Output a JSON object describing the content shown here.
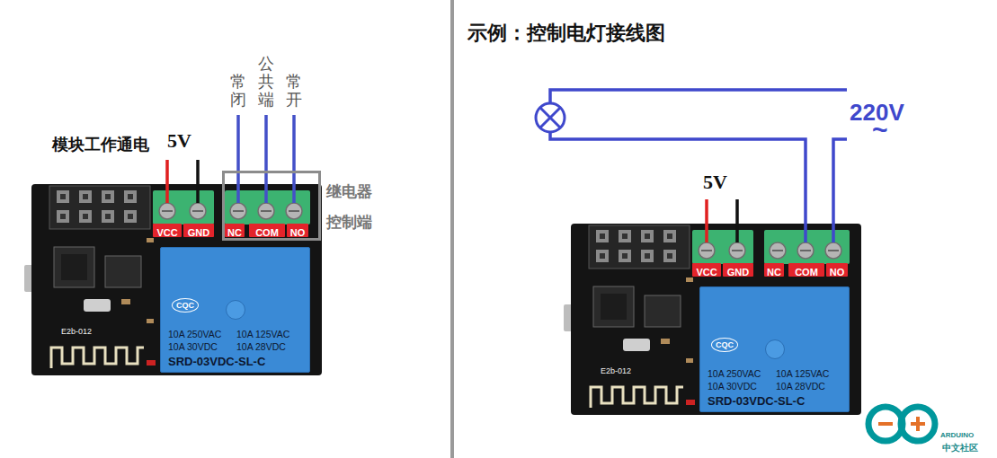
{
  "diagram": {
    "title": "示例：控制电灯接线图",
    "nodes": [
      {
        "text": [
          "VCC"
        ]
      },
      {
        "text": [
          "GND"
        ]
      },
      {
        "text": [
          "继电器 控制端"
        ]
      },
      {
        "text": [
          "NC"
        ],
        "in": 2
      },
      {
        "text": [
          "COM"
        ],
        "in": 2
      },
      {
        "text": [
          "NO"
        ],
        "in": 2
      },
      {
        "text": [
          "CQC",
          "10A 250VAC",
          "10A 125VAC",
          "10A 30VDC",
          "10A 28VDC",
          "SRD-03VDC-SL-C"
        ]
      },
      {
        "text": [
          "VCC"
        ]
      },
      {
        "text": [
          "GND"
        ]
      },
      {
        "text": [
          "NC"
        ]
      },
      {
        "text": [
          "COM"
        ]
      },
      {
        "text": [
          "NO"
        ]
      },
      {
        "text": [
          "CQC",
          "10A 250VAC",
          "10A 125VAC",
          "10A 30VDC",
          "10A 28VDC",
          "SRD-03VDC-SL-C"
        ]
      }
    ],
    "labels": [
      "常闭",
      "公共端",
      "常开",
      "模块工作通电",
      "5V",
      "E2b-012",
      "220V",
      "~",
      "5V",
      "E2b-012",
      "ARDUINO",
      "中文社区"
    ]
  }
}
